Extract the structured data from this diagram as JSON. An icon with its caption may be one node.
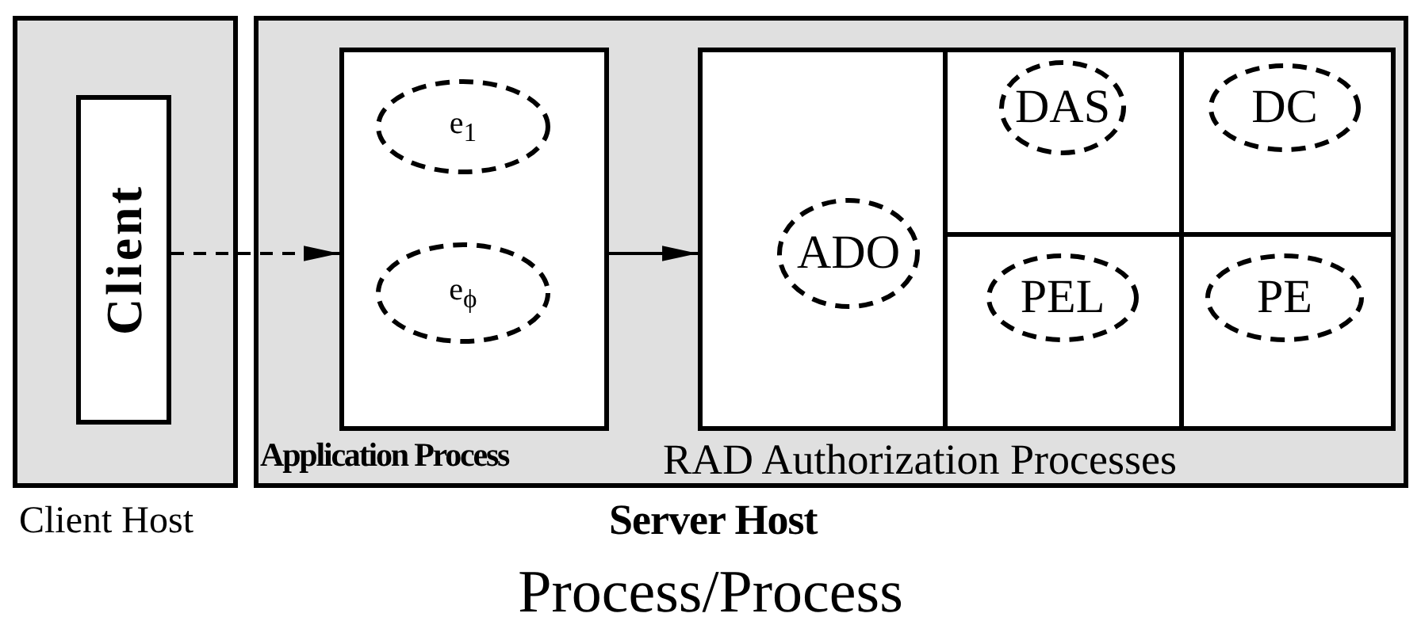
{
  "diagram": {
    "caption": "Process/Process",
    "nodes": [
      {
        "text": [
          "Client Host"
        ]
      },
      {
        "text": [
          "Client"
        ],
        "in": 0
      },
      {
        "text": [
          "Server Host"
        ]
      },
      {
        "text": [
          "Application Process"
        ],
        "in": 2
      },
      {
        "text": [
          "e$_{1}$"
        ],
        "in": 3
      },
      {
        "text": [
          "e$_{ϕ}$"
        ],
        "in": 3
      },
      {
        "text": [
          "RAD Authorization Processes"
        ],
        "in": 2
      },
      {
        "text": [
          "ADO"
        ],
        "in": 6
      },
      {
        "text": [
          "DAS"
        ],
        "in": 6
      },
      {
        "text": [
          "DC"
        ],
        "in": 6
      },
      {
        "text": [
          "PEL"
        ],
        "in": 6
      },
      {
        "text": [
          "PE"
        ],
        "in": 6
      }
    ],
    "edges": [
      {
        "from": 1,
        "to": 3,
        "arrow": "to",
        "style": "dashed"
      },
      {
        "from": 3,
        "to": 6,
        "arrow": "to"
      }
    ]
  }
}
